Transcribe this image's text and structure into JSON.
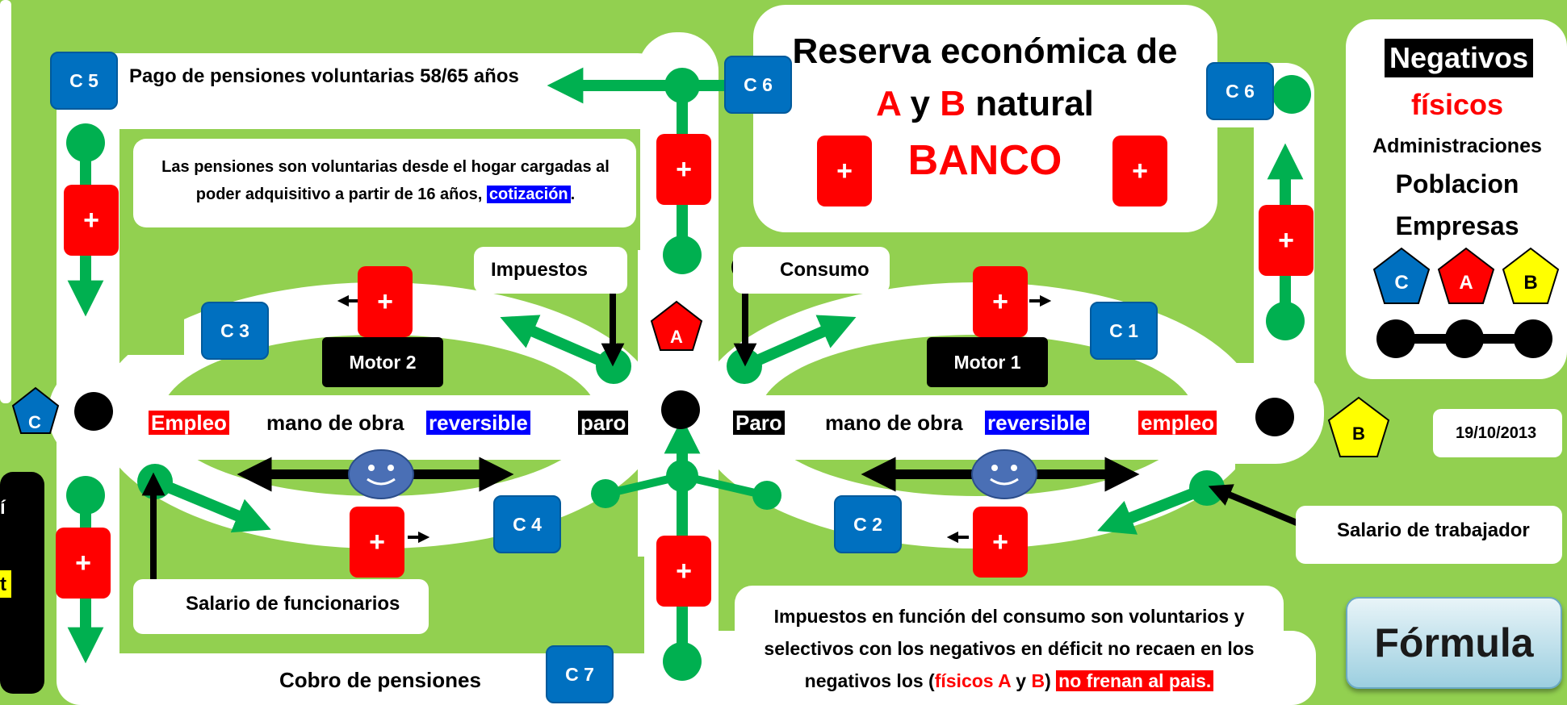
{
  "title": {
    "line1": "Reserva económica de",
    "line2_a": "A",
    "line2_y": "y",
    "line2_b": "B",
    "line2_rest": "natural",
    "line3": "BANCO"
  },
  "legend": {
    "heading": "Negativos",
    "sub": "físicos",
    "items": [
      "Administraciones",
      "Poblacion",
      "Empresas"
    ],
    "pentagons": [
      "C",
      "A",
      "B"
    ]
  },
  "top_label": "Pago de pensiones voluntarias 58/65 años",
  "note_pensions": {
    "text": "Las pensiones son  voluntarias desde el  hogar cargadas al poder adquisitivo a partir de 16 años,",
    "highlight": "cotización",
    "end": "."
  },
  "labels": {
    "impuestos": "Impuestos",
    "consumo": "Consumo",
    "motor1": "Motor 1",
    "motor2": "Motor 2",
    "salario_funcionarios": "Salario de funcionarios",
    "salario_trabajador": "Salario de trabajador",
    "cobro_pensiones": "Cobro de pensiones",
    "date": "19/10/2013"
  },
  "left_loop": {
    "empleo": "Empleo",
    "mano": "mano de obra",
    "reversible": "reversible",
    "paro": "paro"
  },
  "right_loop": {
    "paro": "Paro",
    "mano": "mano de obra",
    "reversible": "reversible",
    "empleo": "empleo"
  },
  "note_taxes": {
    "line1": "Impuestos en función del consumo son voluntarios y",
    "line2": "selectivos con los negativos en déficit no recaen en los",
    "line3_pre": "negativos los (",
    "fisicos": "físicos",
    "a": "A",
    "y": "y",
    "b": "B",
    "close": ")",
    "highlight": "no frenan al pais."
  },
  "badges": {
    "c1": "C 1",
    "c2": "C 2",
    "c3": "C 3",
    "c4": "C 4",
    "c5": "C 5",
    "c6a": "C 6",
    "c6b": "C 6",
    "c7": "C 7"
  },
  "plus": "+",
  "pentagon_a": "A",
  "pentagon_b": "B",
  "pentagon_c": "C",
  "formula_button": "Fórmula",
  "left_panel_fragments": [
    "í",
    "t"
  ],
  "colors": {
    "background": "#92d050",
    "green_arrow": "#00b050",
    "red": "#ff0000",
    "blue": "#0070c0",
    "yellow": "#ffff00"
  }
}
